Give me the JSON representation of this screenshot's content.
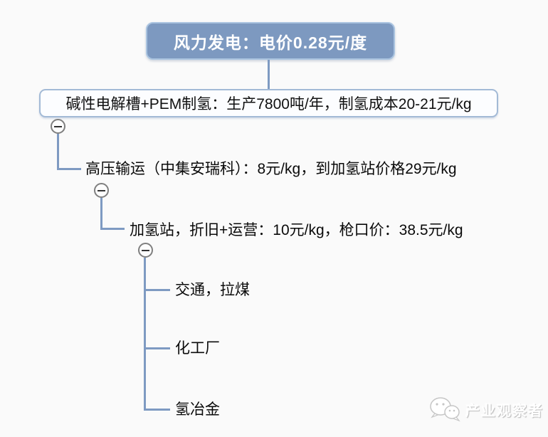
{
  "colors": {
    "background": "#fafafa",
    "root_fill": "#7d99c0",
    "root_border": "#aac4e0",
    "node_fill": "#fcfdff",
    "node_border": "#a3bad6",
    "connector": "#7e9ac2",
    "collapse_stroke": "#7f7f7f",
    "text": "#0a0a0a",
    "root_text": "#ffffff"
  },
  "mindmap": {
    "root": {
      "label": "风力发电：电价0.28元/度"
    },
    "level2": {
      "label": "碱性电解槽+PEM制氢：生产7800吨/年，制氢成本20-21元/kg"
    },
    "level3": {
      "label": "高压输运（中集安瑞科）：8元/kg，到加氢站价格29元/kg"
    },
    "level4": {
      "label": "加氢站，折旧+运营：10元/kg，枪口价：38.5元/kg"
    },
    "children": [
      {
        "label": "交通，拉煤"
      },
      {
        "label": "化工厂"
      },
      {
        "label": "氢冶金"
      }
    ]
  },
  "watermark": {
    "label": "产业观察者",
    "icon": "wechat-icon"
  }
}
